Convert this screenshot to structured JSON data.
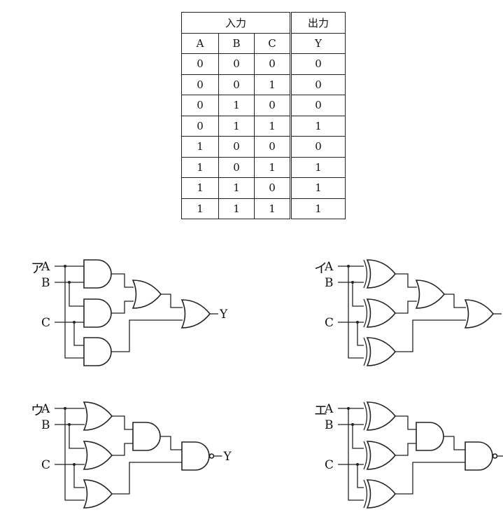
{
  "table": {
    "header_input": "入力",
    "header_output": "出力",
    "columns": [
      "A",
      "B",
      "C",
      "Y"
    ],
    "rows": [
      [
        "0",
        "0",
        "0",
        "0"
      ],
      [
        "0",
        "0",
        "1",
        "0"
      ],
      [
        "0",
        "1",
        "0",
        "0"
      ],
      [
        "0",
        "1",
        "1",
        "1"
      ],
      [
        "1",
        "0",
        "0",
        "0"
      ],
      [
        "1",
        "0",
        "1",
        "1"
      ],
      [
        "1",
        "1",
        "0",
        "1"
      ],
      [
        "1",
        "1",
        "1",
        "1"
      ]
    ]
  },
  "circuits": [
    {
      "label": "ア",
      "inputs": [
        "A",
        "B",
        "C"
      ],
      "output": "Y",
      "first_stage": "and",
      "second_stage": "and-or",
      "final": "or"
    },
    {
      "label": "イ",
      "inputs": [
        "A",
        "B",
        "C"
      ],
      "output": "Y",
      "first_stage": "xor",
      "second_stage": "or",
      "final": "or"
    },
    {
      "label": "ウ",
      "inputs": [
        "A",
        "B",
        "C"
      ],
      "output": "Y",
      "first_stage": "or",
      "second_stage": "and",
      "final": "nand"
    },
    {
      "label": "エ",
      "inputs": [
        "A",
        "B",
        "C"
      ],
      "output": "Y",
      "first_stage": "xor",
      "second_stage": "and",
      "final": "nand"
    }
  ]
}
